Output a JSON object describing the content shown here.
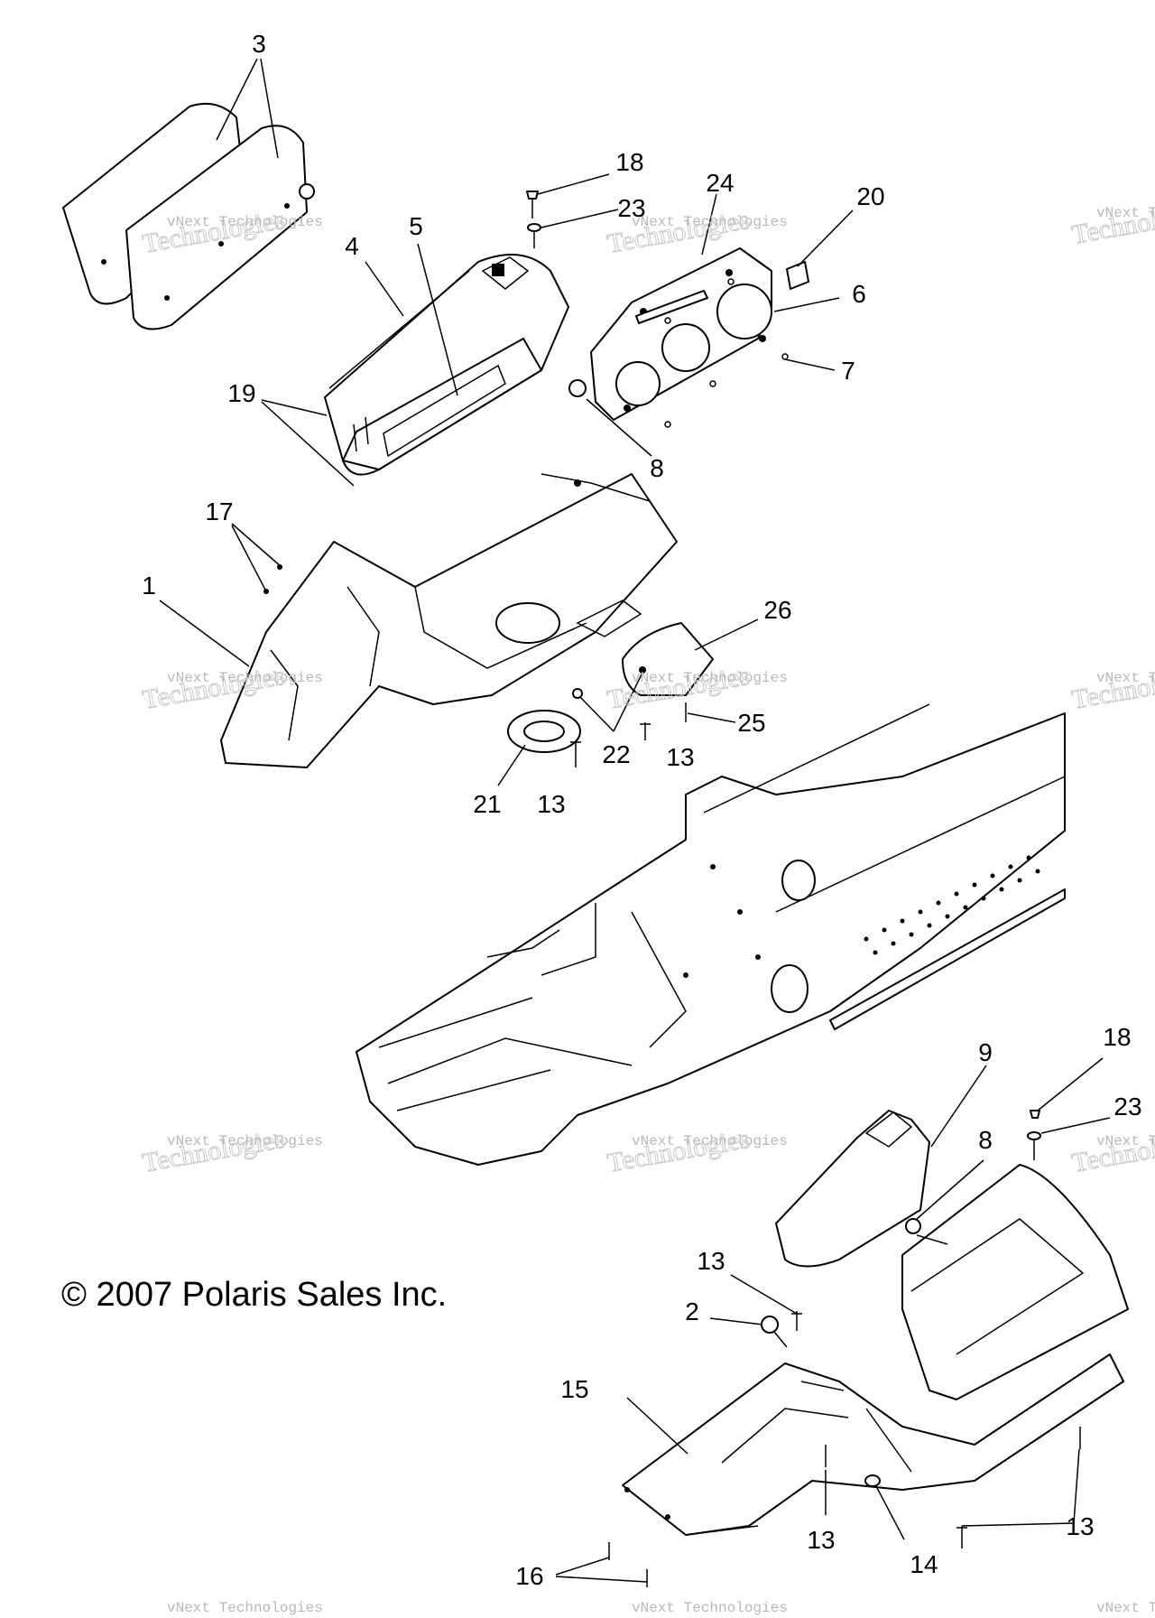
{
  "diagram": {
    "copyright": "© 2007 Polaris Sales Inc.",
    "watermark": {
      "line1": "vNext Technologies",
      "line2": "Technologies"
    },
    "callouts": [
      {
        "id": "c3",
        "label": "3"
      },
      {
        "id": "c18a",
        "label": "18"
      },
      {
        "id": "c24",
        "label": "24"
      },
      {
        "id": "c23a",
        "label": "23"
      },
      {
        "id": "c20",
        "label": "20"
      },
      {
        "id": "c4",
        "label": "4"
      },
      {
        "id": "c5",
        "label": "5"
      },
      {
        "id": "c6",
        "label": "6"
      },
      {
        "id": "c7",
        "label": "7"
      },
      {
        "id": "c19",
        "label": "19"
      },
      {
        "id": "c8a",
        "label": "8"
      },
      {
        "id": "c17",
        "label": "17"
      },
      {
        "id": "c1",
        "label": "1"
      },
      {
        "id": "c26",
        "label": "26"
      },
      {
        "id": "c25",
        "label": "25"
      },
      {
        "id": "c22",
        "label": "22"
      },
      {
        "id": "c13a",
        "label": "13"
      },
      {
        "id": "c21",
        "label": "21"
      },
      {
        "id": "c13b",
        "label": "13"
      },
      {
        "id": "c9",
        "label": "9"
      },
      {
        "id": "c18b",
        "label": "18"
      },
      {
        "id": "c23b",
        "label": "23"
      },
      {
        "id": "c8b",
        "label": "8"
      },
      {
        "id": "c13c",
        "label": "13"
      },
      {
        "id": "c2",
        "label": "2"
      },
      {
        "id": "c15",
        "label": "15"
      },
      {
        "id": "c13d",
        "label": "13"
      },
      {
        "id": "c13e",
        "label": "13"
      },
      {
        "id": "c14",
        "label": "14"
      },
      {
        "id": "c16",
        "label": "16"
      }
    ]
  }
}
